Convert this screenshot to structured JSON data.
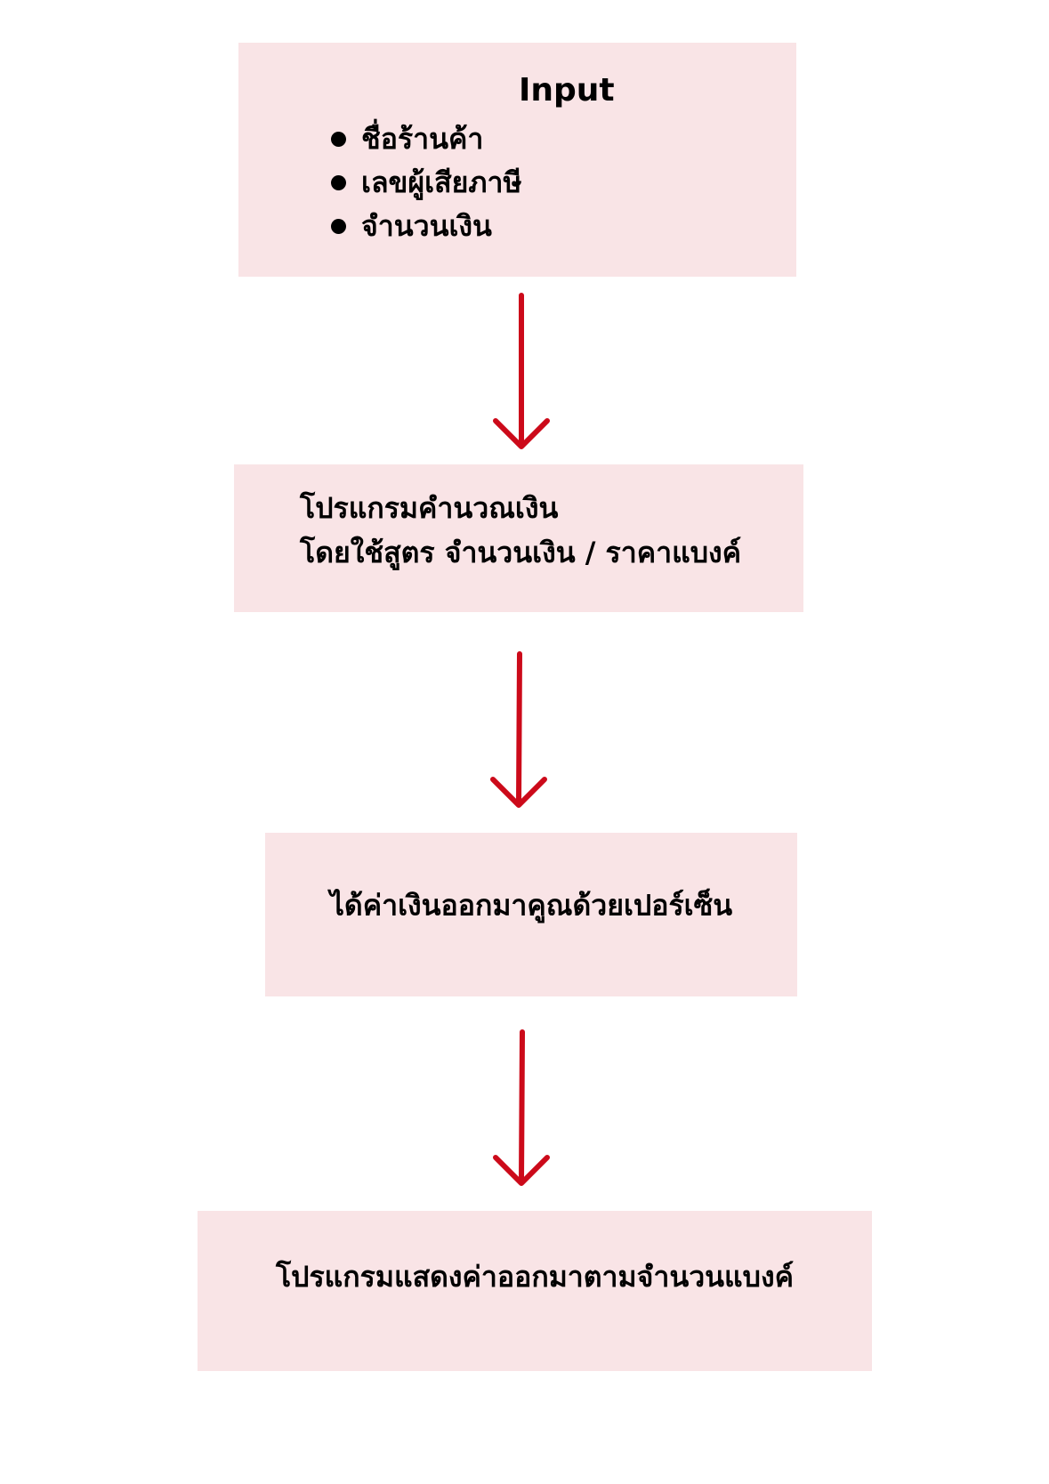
{
  "input_box": {
    "title": "Input",
    "items": [
      "ชื่อร้านค้า",
      "เลขผู้เสียภาษี",
      "จำนวนเงิน"
    ]
  },
  "calc_box": {
    "line1": "โปรแกรมคำนวณเงิน",
    "line2": "โดยใช้สูตร จำนวนเงิน / ราคาแบงค์"
  },
  "result_box": {
    "text": "ได้ค่าเงินออกมาคูณด้วยเปอร์เซ็น"
  },
  "output_box": {
    "text": "โปรแกรมแสดงค่าออกมาตามจำนวนแบงค์"
  },
  "colors": {
    "box_fill": "#f9e4e6",
    "arrow": "#cc0a1a",
    "text": "#000000"
  }
}
